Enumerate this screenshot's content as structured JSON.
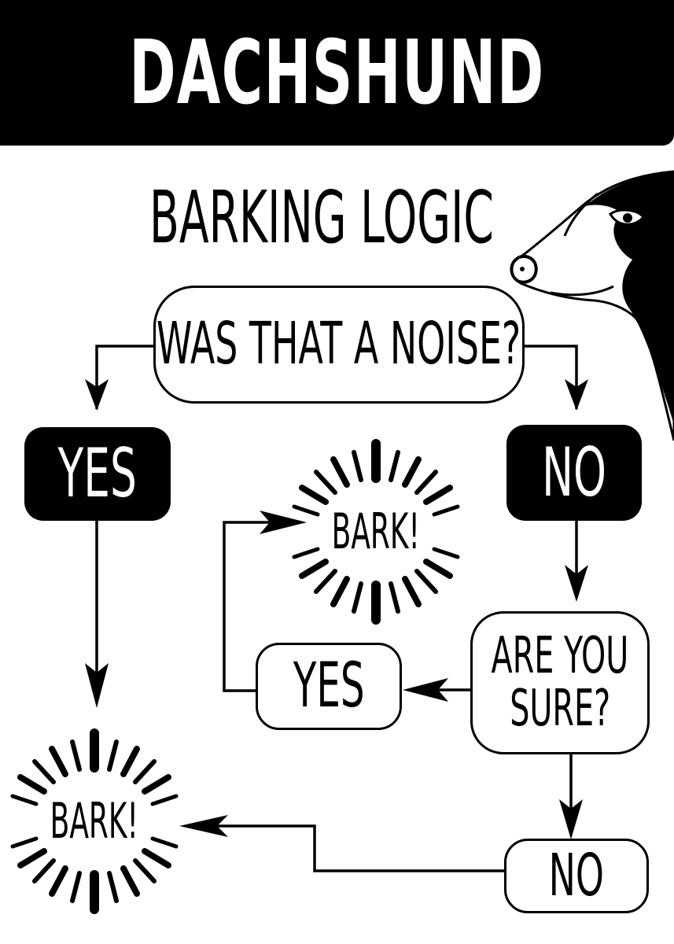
{
  "header": {
    "title": "DACHSHUND",
    "background": "#000000",
    "text_color": "#ffffff"
  },
  "subtitle": "BARKING LOGIC",
  "illustration": {
    "name": "dachshund-head-icon"
  },
  "nodes": {
    "question_noise": "WAS THAT A NOISE?",
    "yes_1": "YES",
    "no_1": "NO",
    "bark_top": "BARK!",
    "question_sure_line1": "ARE YOU",
    "question_sure_line2": "SURE?",
    "yes_2": "YES",
    "no_2": "NO",
    "bark_bottom": "BARK!"
  },
  "edges": [
    {
      "from": "question_noise",
      "to": "yes_1"
    },
    {
      "from": "question_noise",
      "to": "no_1"
    },
    {
      "from": "yes_1",
      "to": "bark_bottom"
    },
    {
      "from": "no_1",
      "to": "question_sure"
    },
    {
      "from": "question_sure",
      "to": "yes_2"
    },
    {
      "from": "yes_2",
      "to": "bark_top"
    },
    {
      "from": "question_sure",
      "to": "no_2"
    },
    {
      "from": "no_2",
      "to": "bark_bottom"
    }
  ]
}
